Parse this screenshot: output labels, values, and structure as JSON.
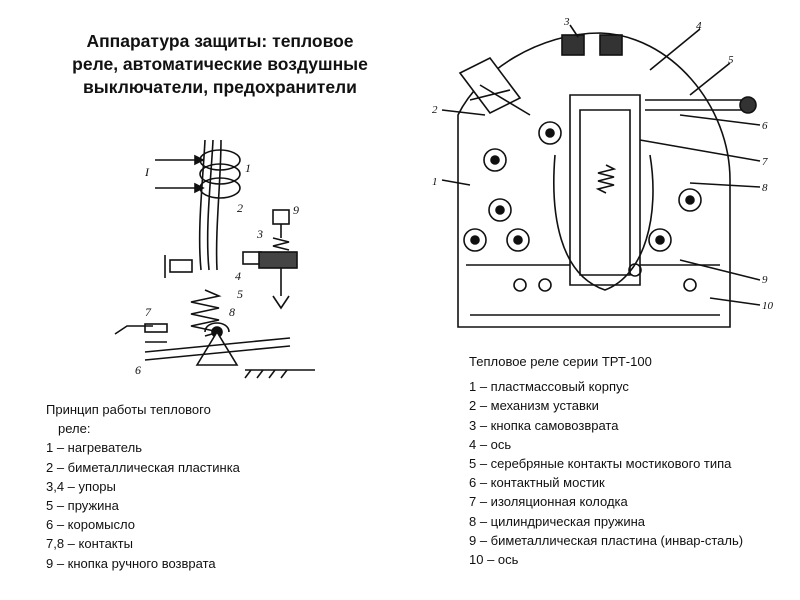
{
  "title": {
    "line1": "Аппаратура защиты: тепловое",
    "line2": "реле, автоматические воздушные",
    "line3": "выключатели, предохранители"
  },
  "left_list": {
    "heading_line1": "Принцип работы теплового",
    "heading_line2": "реле:",
    "items": [
      "1 – нагреватель",
      "2 – биметаллическая пластинка",
      "3,4 – упоры",
      "5 – пружина",
      "6 – коромысло",
      "7,8 – контакты",
      "9 – кнопка ручного возврата"
    ]
  },
  "right_list": {
    "heading": "Тепловое реле серии ТРТ-100",
    "items": [
      "1 – пластмассовый корпус",
      "2 – механизм уставки",
      "3 – кнопка самовозврата",
      "4 – ось",
      "5 – серебряные контакты мостикового типа",
      "6 – контактный мостик",
      "7 – изоляционная колодка",
      "8 – цилиндрическая пружина",
      "9 – биметаллическая пластина (инвар-сталь)",
      "10 – ось"
    ]
  },
  "figure_left": {
    "current_label": "I",
    "labels": [
      "1",
      "2",
      "3",
      "4",
      "5",
      "6",
      "7",
      "8",
      "9"
    ]
  },
  "figure_right": {
    "labels": [
      "1",
      "2",
      "3",
      "4",
      "5",
      "6",
      "7",
      "8",
      "9",
      "10"
    ]
  }
}
